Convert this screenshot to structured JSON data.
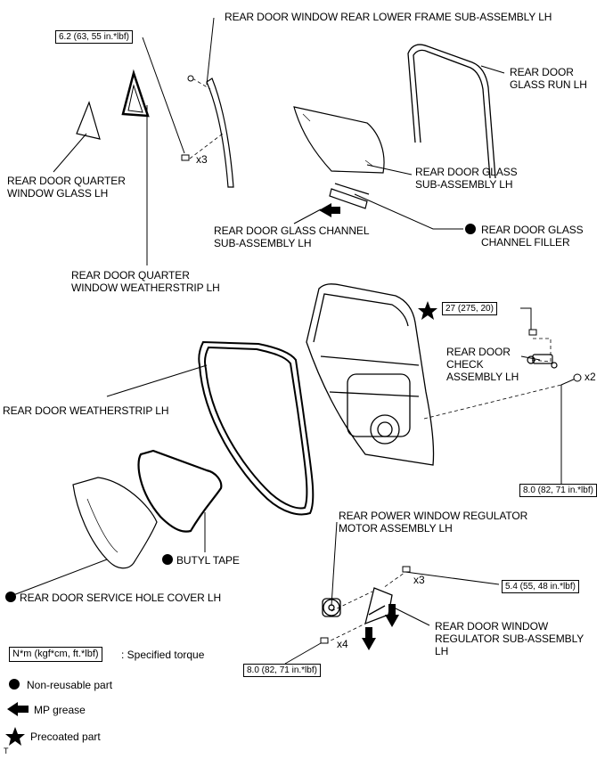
{
  "parts": {
    "frame_lower": "REAR DOOR WINDOW REAR LOWER FRAME SUB-ASSEMBLY LH",
    "glass_run": "REAR DOOR\nGLASS RUN LH",
    "glass": "REAR DOOR GLASS\nSUB-ASSEMBLY LH",
    "glass_channel": "REAR DOOR GLASS CHANNEL\nSUB-ASSEMBLY LH",
    "channel_filler": "REAR DOOR GLASS\nCHANNEL FILLER",
    "quarter_glass": "REAR DOOR QUARTER\nWINDOW GLASS LH",
    "quarter_weatherstrip": "REAR DOOR QUARTER\nWINDOW WEATHERSTRIP LH",
    "check_assembly": "REAR DOOR\nCHECK\nASSEMBLY LH",
    "weatherstrip": "REAR DOOR WEATHERSTRIP LH",
    "butyl_tape": "BUTYL TAPE",
    "service_cover": "REAR DOOR SERVICE HOLE COVER LH",
    "regulator_motor": "REAR POWER WINDOW REGULATOR\nMOTOR ASSEMBLY LH",
    "regulator": "REAR DOOR WINDOW\nREGULATOR SUB-ASSEMBLY\nLH"
  },
  "torques": {
    "t1": "6.2 (63, 55 in.*lbf)",
    "t2": "27 (275, 20)",
    "t3": "8.0 (82, 71 in.*lbf)",
    "t4": "5.4 (55, 48 in.*lbf)",
    "t5": "8.0 (82, 71 in.*lbf)"
  },
  "counts": {
    "c1": "x3",
    "c2": "x2",
    "c3": "x3",
    "c4": "x4"
  },
  "legend": {
    "torque_box": "N*m (kgf*cm, ft.*lbf)",
    "torque_text": ": Specified torque",
    "non_reusable": "Non-reusable part",
    "mp_grease": "MP grease",
    "precoated": "Precoated part"
  },
  "footer_mark": "T"
}
